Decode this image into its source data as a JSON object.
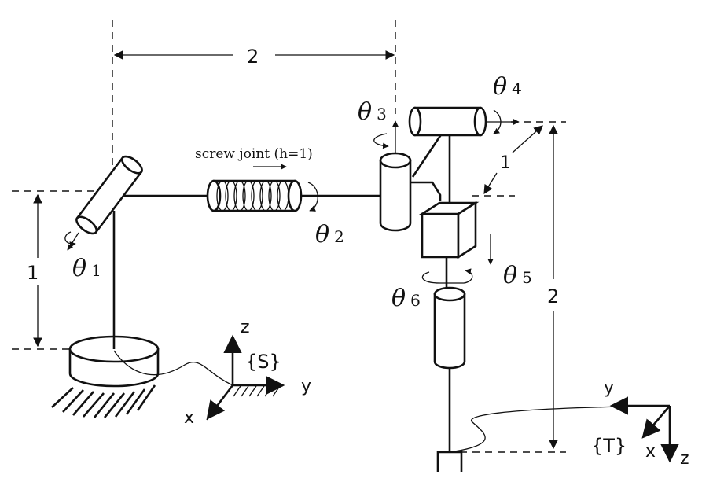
{
  "dimensions": {
    "top_length": "2",
    "link_height": "1",
    "wrist_offset": "1",
    "tool_drop": "2"
  },
  "labels": {
    "screw_joint": "screw joint (h=1)"
  },
  "joints": {
    "j1": {
      "symbol": "θ",
      "index": "1"
    },
    "j2": {
      "symbol": "θ",
      "index": "2"
    },
    "j3": {
      "symbol": "θ",
      "index": "3"
    },
    "j4": {
      "symbol": "θ",
      "index": "4"
    },
    "j5": {
      "symbol": "θ",
      "index": "5"
    },
    "j6": {
      "symbol": "θ",
      "index": "6"
    }
  },
  "frames": {
    "space": {
      "label": "{S}",
      "x": "x",
      "y": "y",
      "z": "z"
    },
    "tool": {
      "label": "{T}",
      "x": "x",
      "y": "y",
      "z": "z"
    }
  }
}
